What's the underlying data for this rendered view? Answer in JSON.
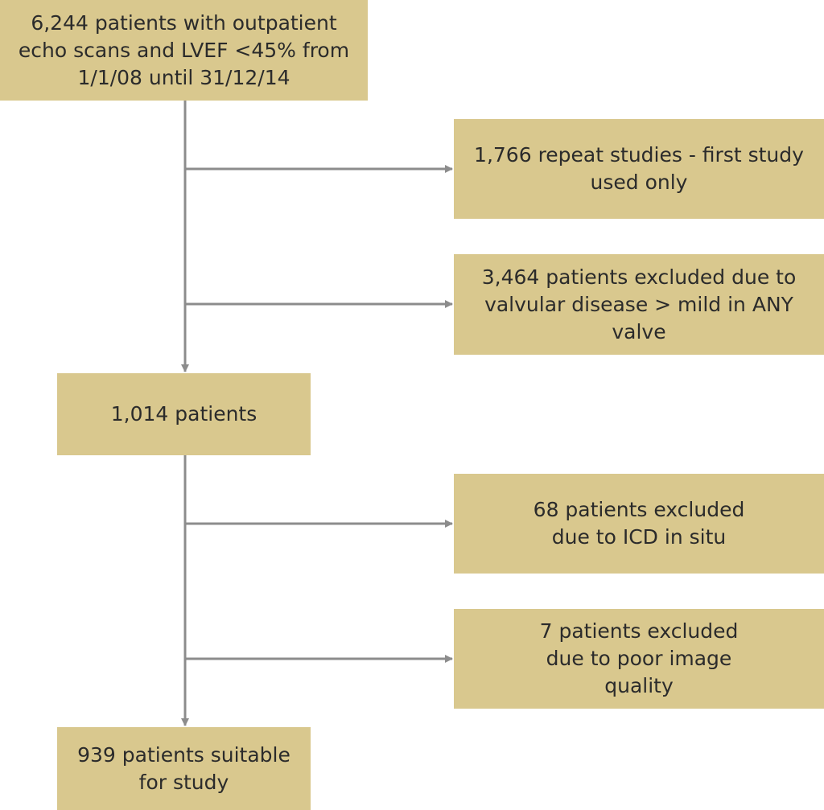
{
  "flowchart": {
    "start": "6,244 patients with outpatient\necho scans and LVEF <45% from\n1/1/08 until 31/12/14",
    "exclusion_repeat": "1,766 repeat studies - first study\nused only",
    "exclusion_valve": "3,464 patients excluded due to\nvalvular disease > mild in ANY\nvalve",
    "intermediate": "1,014 patients",
    "exclusion_icd": "68 patients excluded\ndue to ICD in situ",
    "exclusion_image": "7 patients excluded\ndue to poor image\nquality",
    "final": "939 patients suitable\nfor study"
  },
  "colors": {
    "box_fill": "#d9c88e",
    "connector": "#8c8c8c",
    "text": "#2b2b2b"
  }
}
